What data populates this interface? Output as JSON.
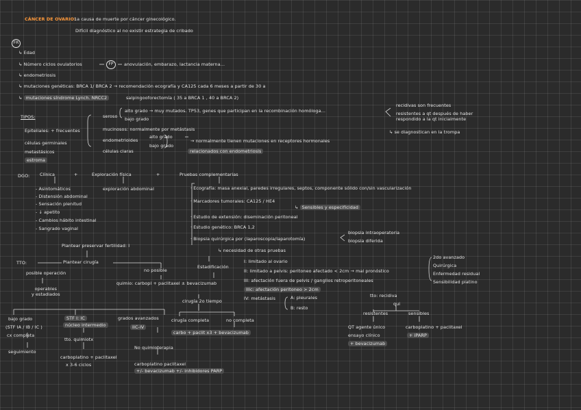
{
  "header": {
    "title": "CÁNCER DE OVARIO:",
    "subtitle": "1a causa de muerte por cáncer ginecológico.",
    "line2": "Difícil diagnóstico al no existir estrategia de cribado"
  },
  "risk": {
    "marker": "FR",
    "items": [
      "Edad",
      "Número ciclos ovulatorios",
      "anovulación, embarazo, lactancia materna...",
      "endometriosis",
      "mutaciones genéticas: BRCA 1/ BRCA 2 → recomendación ecografía y CA125 cada 6 meses a partir de 30 a",
      "mutaciones síndrome Lynch. NRCC2"
    ],
    "fp_label": "FP",
    "salpingo": "salpingooforectomía ( 35 a BRCA 1 , 40 a BRCA 2)"
  },
  "tipos": {
    "label": "TIPOS:",
    "left": [
      "Epiteliales: + frecuentes",
      "células germinales",
      "metastásicos",
      "estroma"
    ],
    "mid_serosos": "seroso",
    "serosos_alto": "alto grado → muy mutados. TP53, genes que participan en la recombinación homóloga...",
    "serosos_bajo": "bajo grado",
    "mucinoso": "mucinosos: normalmente por metástasis",
    "endometrioides": "endometrioides",
    "endo_alto": "alto grado",
    "endo_bajo": "bajo grado",
    "endo_desc": "normalmente tienen mutaciones en receptores hormonales",
    "celulas_claras": "células claras",
    "claras_desc": "relacionados con endometriosis",
    "right": [
      "recidivas son frecuentes",
      "resistentes a qt después de haber respondido a la qt inicialmente",
      "se diagnostican en la trompa"
    ]
  },
  "dgo": {
    "label": "DGO:",
    "clinica": "Clínica",
    "exploracion": "Exploración física",
    "pruebas": "Pruebas complementarias",
    "clinica_items": [
      "Asintomáticos",
      "Distensión abdominal",
      "Sensación plenitud",
      "↓ apetito",
      "Cambios hábito intestinal",
      "Sangrado vaginal"
    ],
    "explo_item": "exploración abdominal",
    "pruebas_items": [
      "Ecografía: masa anexial, paredes irregulares, septos, componente sólido con/sin vascularización",
      "Marcadores tumorales: CA125 / HE4",
      "Estudio de extensión: diseminación peritoneal",
      "Estudio genético: BRCA 1,2",
      "Biopsia quirúrgica por (laparoscopia/laparotomía)"
    ],
    "marcadores_sub": "Sensibles y especificidad",
    "biopsia_right": [
      "biopsia intraoperatoria",
      "biopsia diferida"
    ],
    "biopsia_sub": "↳ necesidad de otras pruebas"
  },
  "tto": {
    "label": "TTO:",
    "fertility": "Plantear preservar fertilidad: I",
    "cirugia": "Plantear cirugía",
    "posible": "posible operación",
    "operables": "operables\ny estadiados",
    "no_posible": "no posible",
    "quimio": "quimio: carbopl + paclitaxel ± bevacizumab",
    "bajo_grado": "bajo grado",
    "bajo_sub": "(STF IA / IB / IC )",
    "cx_completa": "cx completa",
    "seguimiento": "seguimiento",
    "ie_ic": "STF I: IC",
    "nucleo": "núcleo intermedio",
    "quimiotx": "tto. quimiotx",
    "carbo1": "carboplatino + paclitaxel",
    "ciclos": "x 3-6 ciclos",
    "avanzados": "grados avanzados",
    "iic_iv": "IIC-IV",
    "noquimio": "No quimioterapia",
    "carbo2": "carboplatino paclitaxel",
    "beva": "+/- bevacizumab +/- inhibidores PARP",
    "cirugia_comp": "cirugía completa",
    "no_comp": "no completa",
    "carbo3": "carbo + paclit x3 + bevacizumab",
    "cirugia2": "cirugía 2o tiempo"
  },
  "estadif": {
    "title": "Estadificación",
    "items": [
      "I: limitado al ovario",
      "II: limitado a pelvis: peritoneo afectado < 2cm → mal pronóstico",
      "III: afectación fuera de pelvis / ganglios retroperitoneales",
      "IIIc: afectación peritoneo > 2cm",
      "IV: metástasis"
    ],
    "iv_a": "A: pleurales",
    "iv_b": "B: resto",
    "right": [
      "2do avanzado",
      "Quirúrgica",
      "Enfermedad residual",
      "Sensibilidad platino"
    ]
  },
  "recidiva": {
    "title": "tto: recidiva",
    "qui": "qui",
    "resistentes": "resistentes",
    "sensibles": "sensibles",
    "res_items": [
      "QT agente único",
      "ensayo clínico",
      "+ bevacizumab"
    ],
    "sen_items": [
      "carboplatino + paclitaxel",
      "+ iPARP"
    ]
  }
}
